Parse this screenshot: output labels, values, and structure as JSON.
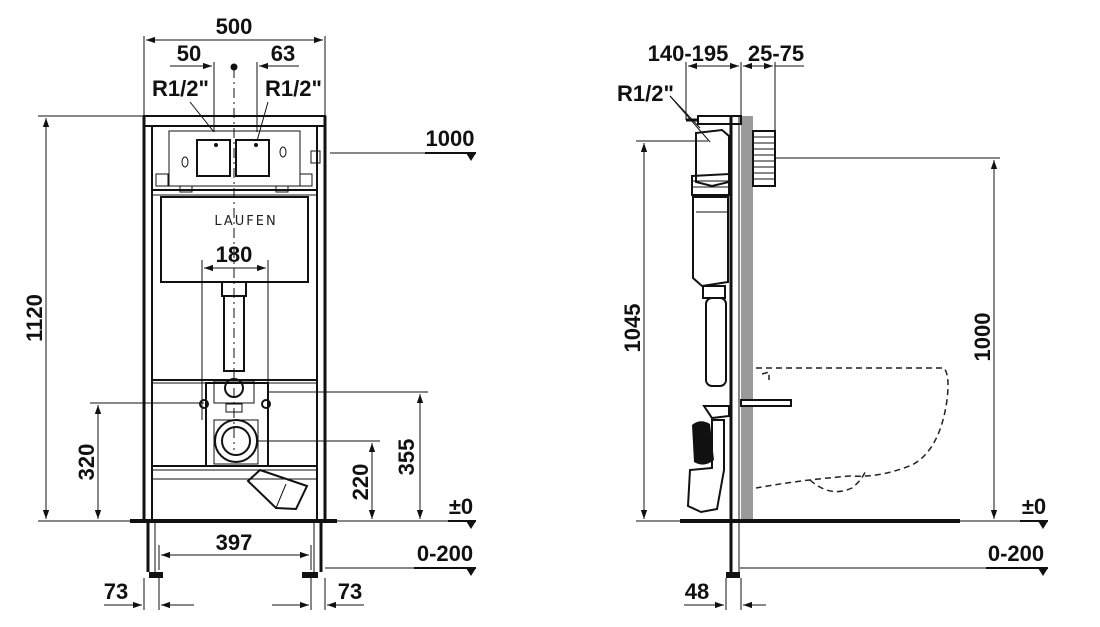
{
  "front_view": {
    "width_top": "500",
    "inlet_left_offset": "50",
    "inlet_right_offset": "63",
    "inlet_left_thread": "R1/2\"",
    "inlet_right_thread": "R1/2\"",
    "height_total": "1120",
    "level_top": "1000",
    "brand": "LAUFEN",
    "bracket_spacing": "180",
    "drain_height": "320",
    "outlet_height": "220",
    "bolt_height": "355",
    "floor_level": "±0",
    "feet_spacing": "397",
    "foot_adjust_range": "0-200",
    "foot_left_offset": "73",
    "foot_right_offset": "73"
  },
  "side_view": {
    "depth_range": "140-195",
    "wall_gap_range": "25-75",
    "inlet_thread": "R1/2\"",
    "height_frame": "1045",
    "height_bowl": "1000",
    "floor_level": "±0",
    "foot_adjust_range": "0-200",
    "foot_offset": "48"
  }
}
